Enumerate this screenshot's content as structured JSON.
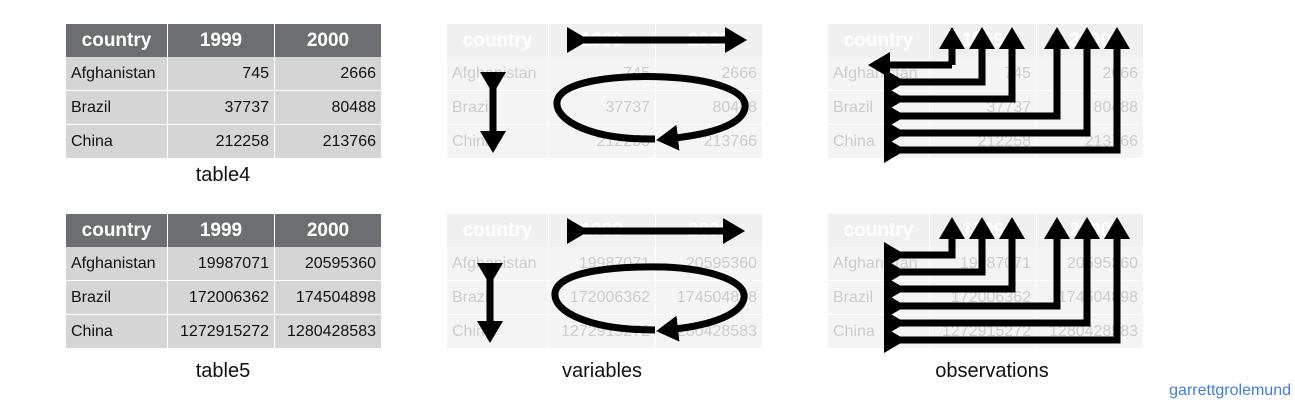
{
  "tables": [
    {
      "header": [
        "country",
        "1999",
        "2000"
      ],
      "rows": [
        [
          "Afghanistan",
          "745",
          "2666"
        ],
        [
          "Brazil",
          "37737",
          "80488"
        ],
        [
          "China",
          "212258",
          "213766"
        ]
      ]
    },
    {
      "header": [
        "country",
        "1999",
        "2000"
      ],
      "rows": [
        [
          "Afghanistan",
          "19987071",
          "20595360"
        ],
        [
          "Brazil",
          "172006362",
          "174504898"
        ],
        [
          "China",
          "1272915272",
          "1280428583"
        ]
      ]
    }
  ],
  "captions": {
    "table4": "table4",
    "table5": "table5",
    "variables": "variables",
    "observations": "observations"
  },
  "credit": "garrettgrolemund",
  "colors": {
    "header_bg": "#6d6e72",
    "cell_bg": "#d5d5d5",
    "arrow": "#000000",
    "credit": "#3d7fd6"
  }
}
